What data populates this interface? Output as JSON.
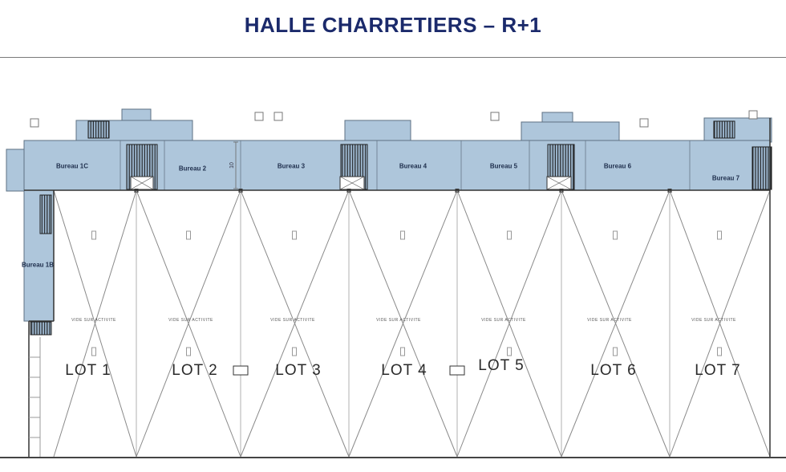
{
  "title": "HALLE CHARRETIERS – R+1",
  "plan": {
    "bureaus": [
      {
        "label": "Bureau 1C"
      },
      {
        "label": "Bureau 2"
      },
      {
        "label": "Bureau 3"
      },
      {
        "label": "Bureau 4"
      },
      {
        "label": "Bureau 5"
      },
      {
        "label": "Bureau 6"
      },
      {
        "label": "Bureau 7"
      },
      {
        "label": "Bureau 1B"
      }
    ],
    "lots": [
      {
        "label": "LOT 1"
      },
      {
        "label": "LOT 2"
      },
      {
        "label": "LOT 3"
      },
      {
        "label": "LOT 4"
      },
      {
        "label": "LOT 5"
      },
      {
        "label": "LOT 6"
      },
      {
        "label": "LOT 7"
      }
    ],
    "voids_label": "VIDE SUR ACTIVITE",
    "dimension_label": "10"
  },
  "colors": {
    "title": "#1b2a6b",
    "band_fill": "#aec6db",
    "band_stroke": "#5d7083",
    "wall_line": "#333333",
    "brace_line": "#8a8a8a",
    "grid_line": "#b0b0b0"
  }
}
